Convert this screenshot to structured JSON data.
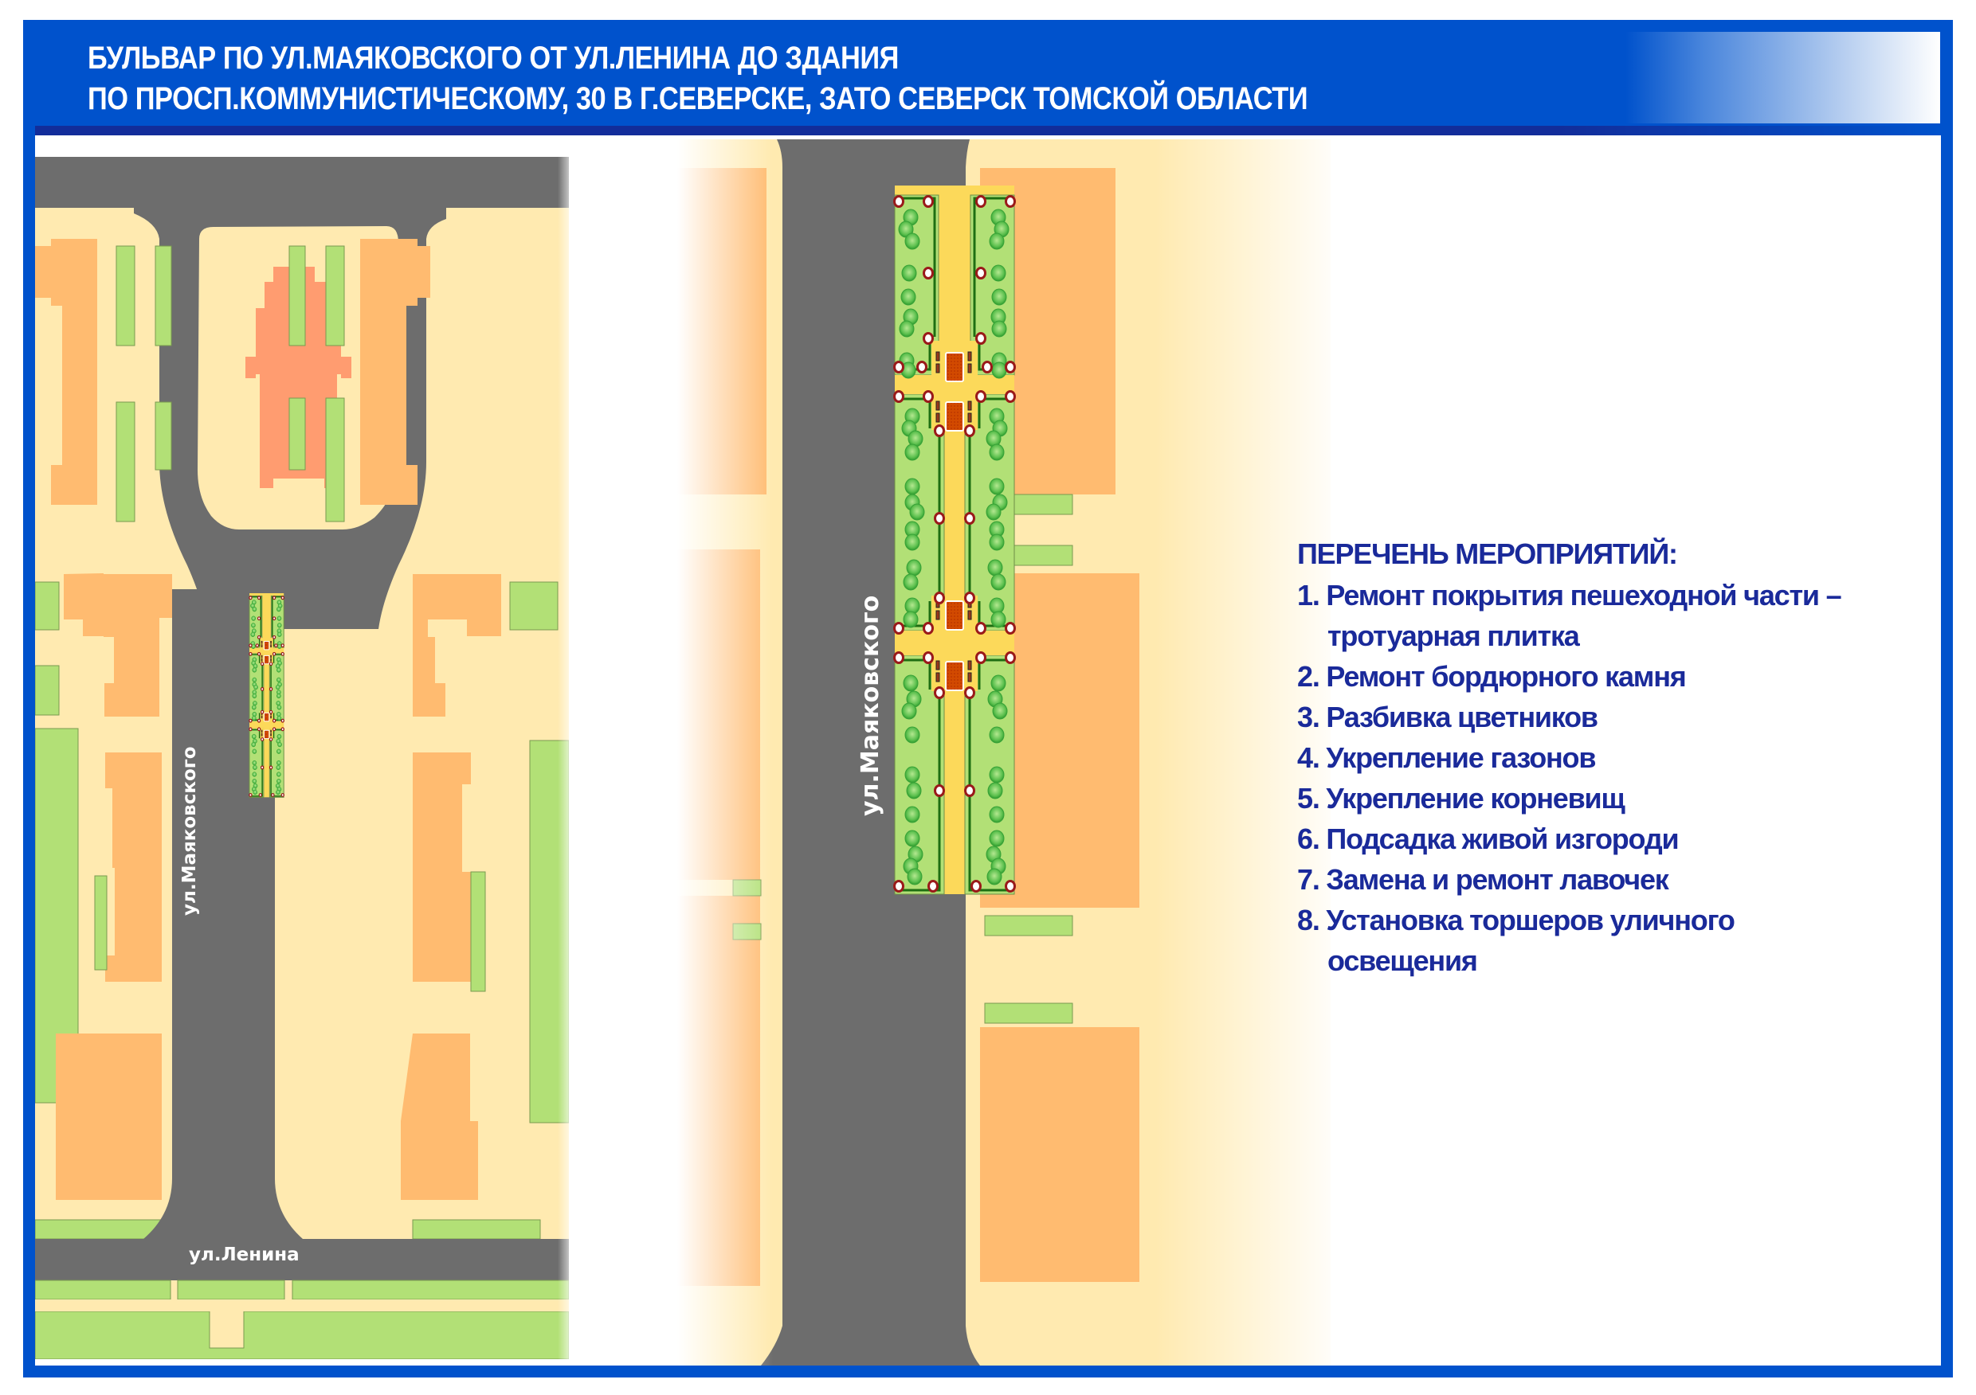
{
  "header": {
    "title_line1": "БУЛЬВАР ПО УЛ.МАЯКОВСКОГО ОТ УЛ.ЛЕНИНА ДО ЗДАНИЯ",
    "title_line2": "ПО ПРОСП.КОММУНИСТИЧЕСКОМУ, 30 В Г.СЕВЕРСКЕ, ЗАТО СЕВЕРСК ТОМСКОЙ ОБЛАСТИ"
  },
  "overview_map": {
    "street_vertical": "ул.Маяковского",
    "street_horizontal": "ул.Ленина"
  },
  "detail_map": {
    "street_vertical": "ул.Маяковского"
  },
  "measures": {
    "heading": "ПЕРЕЧЕНЬ МЕРОПРИЯТИЙ:",
    "items": [
      {
        "line1": "1. Ремонт покрытия пешеходной части –",
        "line2": "тротуарная плитка"
      },
      {
        "line1": "2. Ремонт бордюрного камня"
      },
      {
        "line1": "3. Разбивка цветников"
      },
      {
        "line1": "4. Укрепление газонов"
      },
      {
        "line1": "5. Укрепление корневищ"
      },
      {
        "line1": "6. Подсадка живой изгороди"
      },
      {
        "line1": "7. Замена и ремонт лавочек"
      },
      {
        "line1": "8. Установка торшеров уличного",
        "line2": "освещения"
      }
    ]
  },
  "colors": {
    "frame_blue": "#0052cc",
    "header_stripe": "#122d9a",
    "list_text": "#1a2a9a",
    "road": "#6d6d6d",
    "sidewalk": "#ffeab0",
    "lawn": "#b2e076",
    "building": "#ffbb70",
    "main_building": "#ff9c70",
    "path": "#fcd95a",
    "hedge": "#1e6e12",
    "tree": "#4cb84a",
    "lamp": "#9a1a1a",
    "flowerbed": "#cc4400"
  }
}
